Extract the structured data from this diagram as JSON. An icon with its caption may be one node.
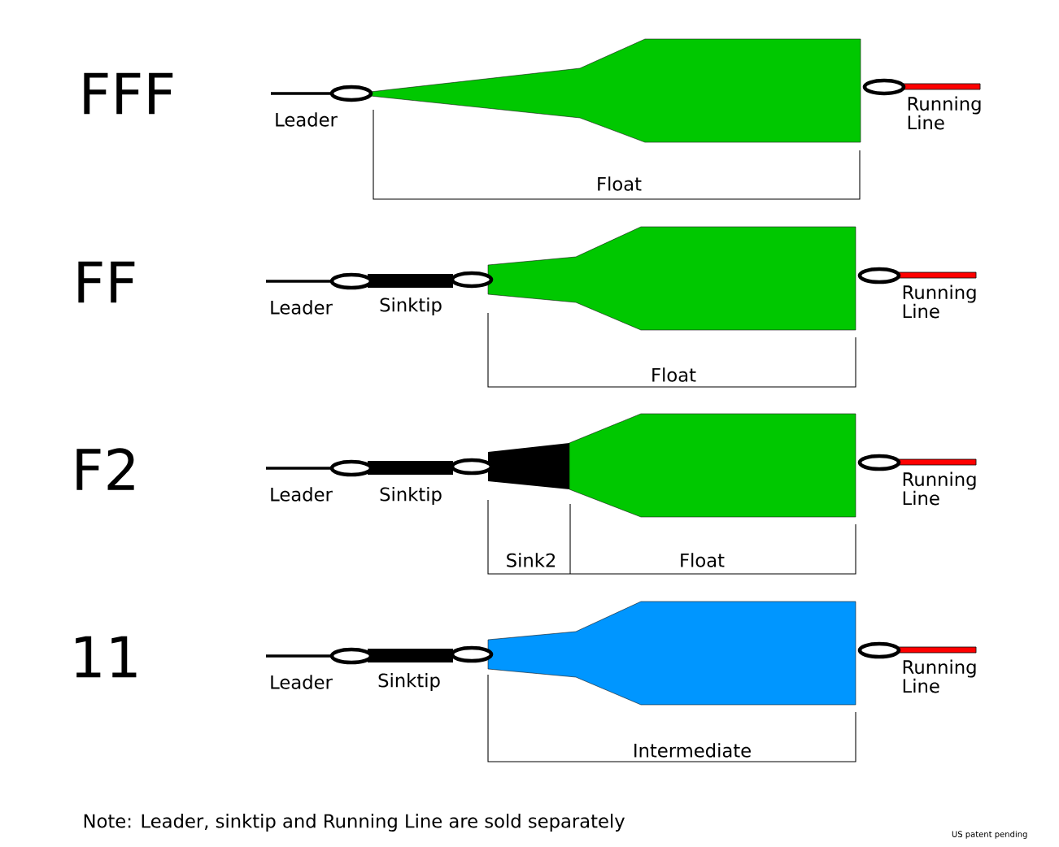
{
  "diagram": {
    "labels": [
      "FFF",
      "Leader",
      "Running Line",
      "Float",
      "FF",
      "Leader",
      "Sinktip",
      "Running Line",
      "Float",
      "F2",
      "Leader",
      "Sinktip",
      "Running Line",
      "Sink2",
      "Float",
      "11",
      "Leader",
      "Sinktip",
      "Running Line",
      "Intermediate",
      "Note: Leader, sinktip and Running Line are sold separately",
      "US patent pending"
    ]
  }
}
